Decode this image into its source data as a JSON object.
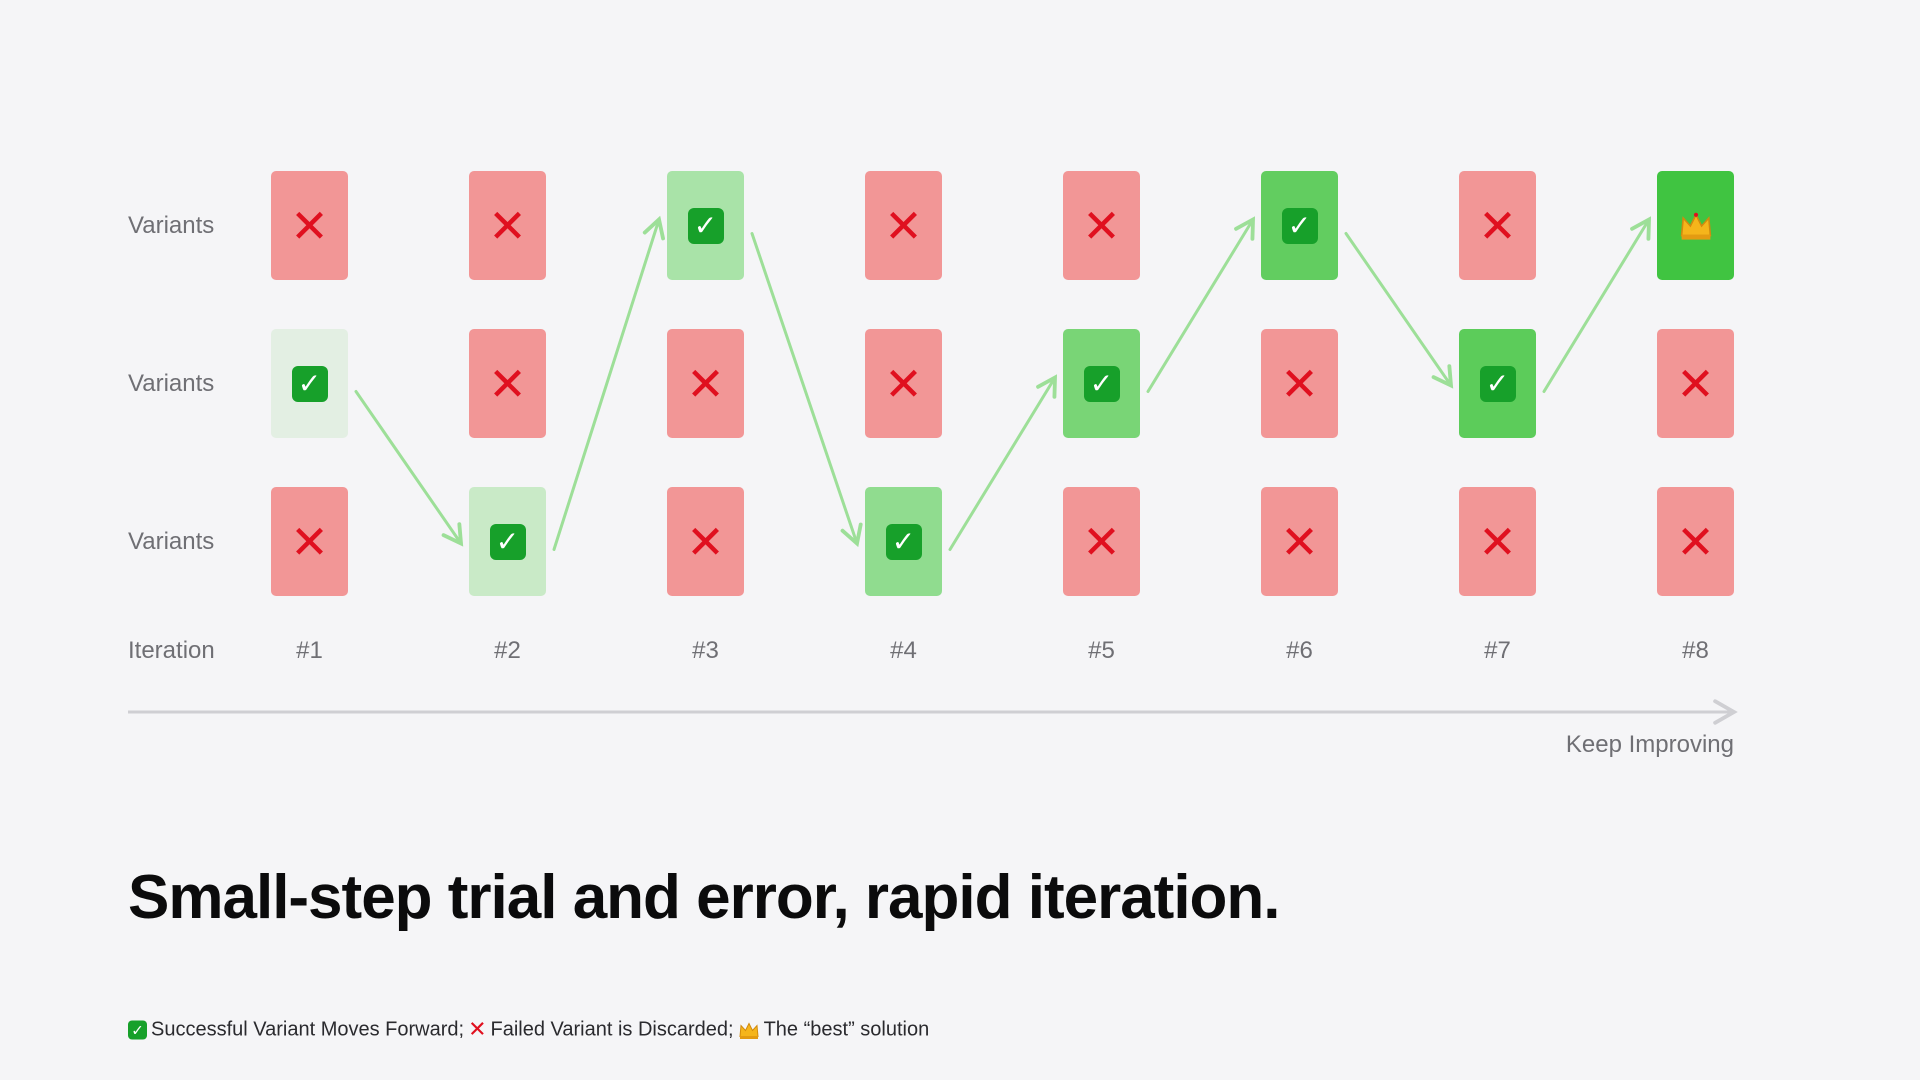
{
  "row_labels": [
    "Variants",
    "Variants",
    "Variants"
  ],
  "iteration_label": "Iteration",
  "iterations": [
    {
      "label": "#1",
      "success_row": 2,
      "success_color": "#e3efe3",
      "icon": "check"
    },
    {
      "label": "#2",
      "success_row": 3,
      "success_color": "#c9eac7",
      "icon": "check"
    },
    {
      "label": "#3",
      "success_row": 1,
      "success_color": "#a9e3a8",
      "icon": "check"
    },
    {
      "label": "#4",
      "success_row": 3,
      "success_color": "#90dc8f",
      "icon": "check"
    },
    {
      "label": "#5",
      "success_row": 2,
      "success_color": "#79d576",
      "icon": "check"
    },
    {
      "label": "#6",
      "success_row": 1,
      "success_color": "#62cd60",
      "icon": "check"
    },
    {
      "label": "#7",
      "success_row": 2,
      "success_color": "#5ccc5a",
      "icon": "check"
    },
    {
      "label": "#8",
      "success_row": 1,
      "success_color": "#40c441",
      "icon": "crown"
    }
  ],
  "colors": {
    "fail_cell": "#f29696",
    "fail_glyph": "#e0101f",
    "check_glyph": "#17a02a",
    "arrow": "#9ddf98",
    "axis": "#cfcfd3",
    "background": "#f5f5f7"
  },
  "axis_caption": "Keep Improving",
  "headline": "Small-step trial and error, rapid iteration.",
  "legend": {
    "success_icon": "check-icon",
    "success_text": "Successful Variant Moves Forward;",
    "fail_icon": "cross-icon",
    "fail_text": "Failed Variant is Discarded;",
    "best_icon": "crown-icon",
    "best_text": "The “best” solution"
  }
}
